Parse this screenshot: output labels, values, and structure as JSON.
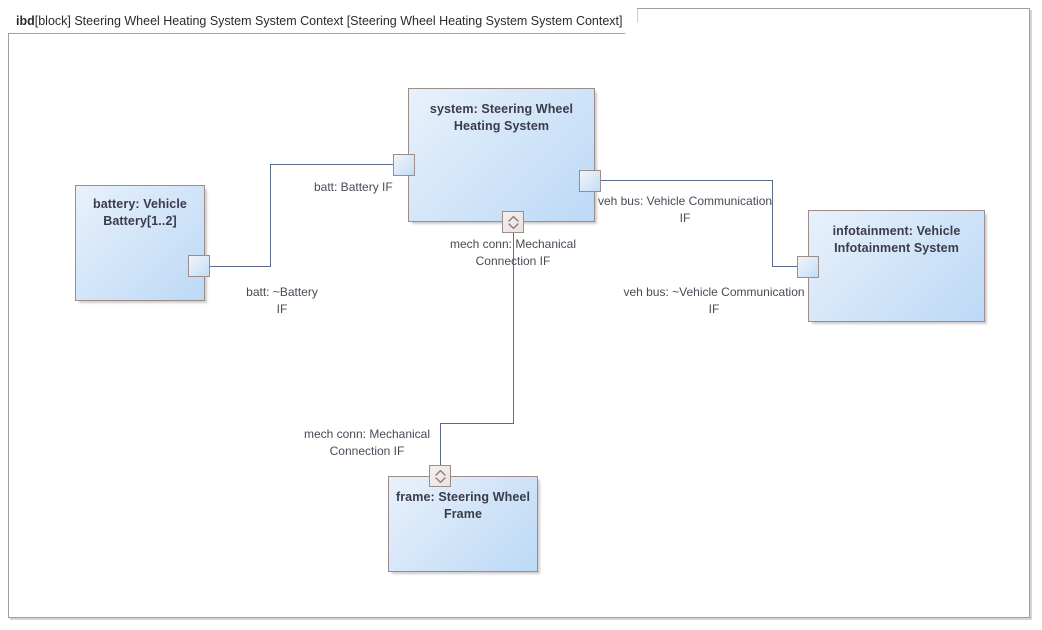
{
  "diagram": {
    "kind": "ibd",
    "header": {
      "keyword": "ibd",
      "qualifier": "[block] Steering Wheel Heating System System Context [Steering Wheel Heating System System Context]",
      "full_text": "ibd[block] Steering Wheel Heating System System Context [Steering Wheel Heating System System Context]"
    },
    "colors": {
      "block_fill_light": "#e8f1fb",
      "block_fill_dark": "#bcd9f5",
      "block_border": "#9c8c8c",
      "frame_border": "#a89a9a",
      "connector": "#5a6b8c",
      "label_text": "#4a4a57",
      "title_text": "#2b2b2b",
      "canvas": "#ffffff"
    },
    "parts": [
      {
        "id": "battery",
        "name": "battery: Vehicle Battery[1..2]",
        "line1": "battery: Vehicle",
        "line2": "Battery[1..2]"
      },
      {
        "id": "system",
        "name": "system: Steering Wheel Heating System",
        "line1": "system: Steering Wheel",
        "line2": "Heating System"
      },
      {
        "id": "infotainment",
        "name": "infotainment: Vehicle Infotainment System",
        "line1": "infotainment: Vehicle",
        "line2": "Infotainment System"
      },
      {
        "id": "frame",
        "name": "frame: Steering Wheel Frame",
        "line1": "frame: Steering Wheel",
        "line2": "Frame"
      }
    ],
    "port_labels": [
      {
        "id": "battery-if-provided",
        "text": "batt: Battery IF",
        "owner": "system"
      },
      {
        "id": "battery-if-conjugated",
        "text": "batt: ~Battery\nIF",
        "owner": "battery"
      },
      {
        "id": "vehicle-comm-if-provided",
        "text": "veh bus: Vehicle Communication\nIF",
        "owner": "system"
      },
      {
        "id": "vehicle-comm-if-conjugated",
        "text": "veh bus: ~Vehicle Communication\nIF",
        "owner": "infotainment"
      },
      {
        "id": "mech-conn-if-system",
        "text": "mech conn: Mechanical\nConnection IF",
        "owner": "system"
      },
      {
        "id": "mech-conn-if-frame",
        "text": "mech conn: Mechanical\nConnection IF",
        "owner": "frame"
      }
    ]
  }
}
